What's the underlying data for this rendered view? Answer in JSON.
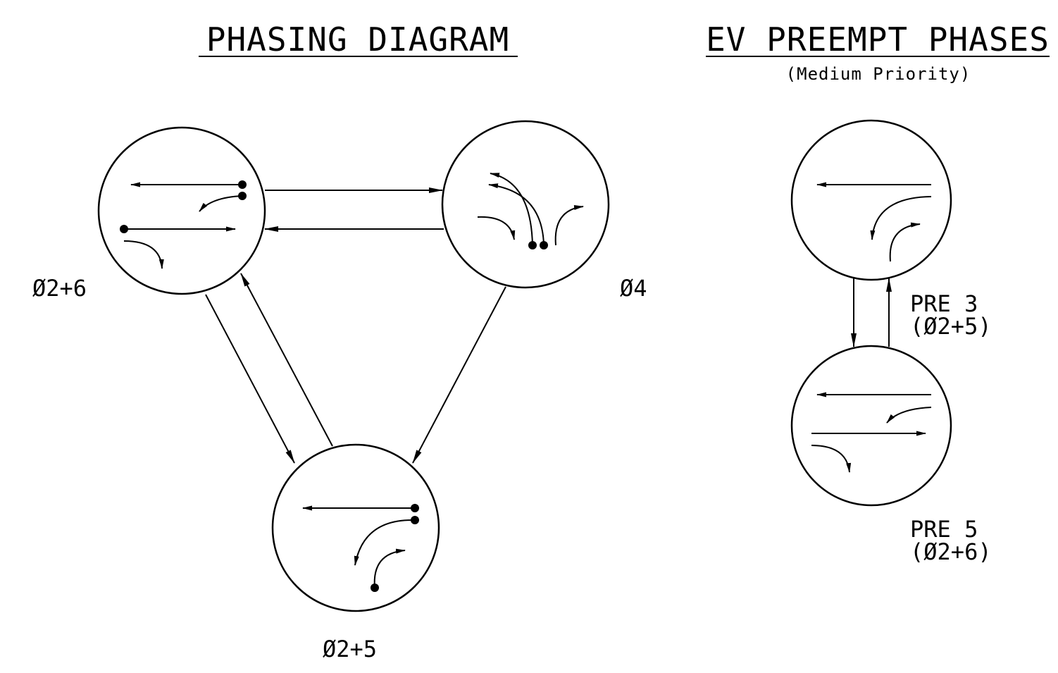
{
  "phasing_diagram": {
    "title": "PHASING DIAGRAM",
    "phases": [
      {
        "label": "Ø2+6"
      },
      {
        "label": "Ø4"
      },
      {
        "label": "Ø2+5"
      }
    ]
  },
  "ev_preempt": {
    "title": "EV PREEMPT PHASES",
    "subtitle": "(Medium Priority)",
    "phases": [
      {
        "label": "PRE 3",
        "sub": "(Ø2+5)"
      },
      {
        "label": "PRE 5",
        "sub": "(Ø2+6)"
      }
    ]
  }
}
